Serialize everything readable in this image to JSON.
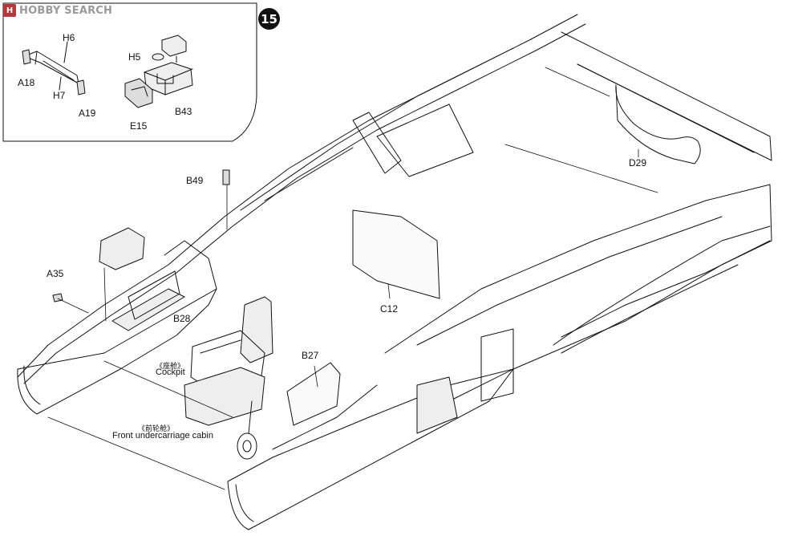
{
  "watermark": {
    "mark": "H",
    "text": "HOBBY SEARCH"
  },
  "step_number": "15",
  "parts": {
    "H6": "H6",
    "H7": "H7",
    "A18": "A18",
    "A19": "A19",
    "H5": "H5",
    "B43": "B43",
    "E15": "E15",
    "D29": "D29",
    "B49": "B49",
    "A35": "A35",
    "B28": "B28",
    "C12": "C12",
    "B27": "B27"
  },
  "callouts": {
    "cockpit_cn": "《座舱》",
    "cockpit": "Cockpit",
    "front_cabin_cn": "《前轮舱》",
    "front_cabin": "Front undercarriage cabin"
  },
  "colors": {
    "ink": "#111111",
    "paper": "#ffffff",
    "logo": "#b9373a"
  }
}
